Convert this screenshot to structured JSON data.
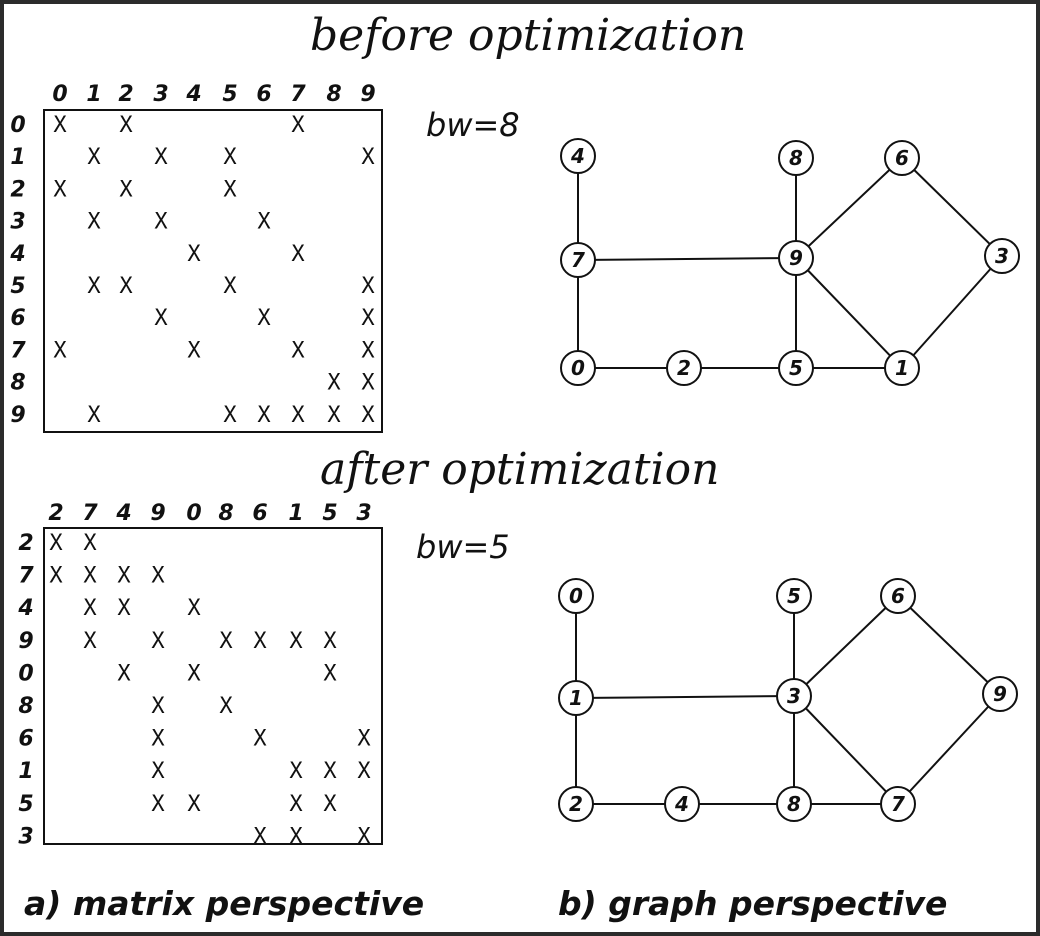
{
  "titles": {
    "before": "before optimization",
    "after": "after optimization"
  },
  "captions": {
    "matrix": "a) matrix perspective",
    "graph": "b) graph perspective"
  },
  "before": {
    "bw": "bw=8",
    "order": [
      "0",
      "1",
      "2",
      "3",
      "4",
      "5",
      "6",
      "7",
      "8",
      "9"
    ],
    "rows": [
      {
        "label": "0",
        "cols": [
          0,
          2,
          7
        ]
      },
      {
        "label": "1",
        "cols": [
          1,
          3,
          5,
          9
        ]
      },
      {
        "label": "2",
        "cols": [
          0,
          2,
          5
        ]
      },
      {
        "label": "3",
        "cols": [
          1,
          3,
          6
        ]
      },
      {
        "label": "4",
        "cols": [
          4,
          7
        ]
      },
      {
        "label": "5",
        "cols": [
          1,
          2,
          5,
          9
        ]
      },
      {
        "label": "6",
        "cols": [
          3,
          6,
          9
        ]
      },
      {
        "label": "7",
        "cols": [
          0,
          4,
          7,
          9
        ]
      },
      {
        "label": "8",
        "cols": [
          8,
          9
        ]
      },
      {
        "label": "9",
        "cols": [
          1,
          5,
          6,
          7,
          8,
          9
        ]
      }
    ],
    "graph": {
      "nodes": [
        "4",
        "8",
        "6",
        "7",
        "9",
        "3",
        "0",
        "2",
        "5",
        "1"
      ],
      "edges": [
        [
          "4",
          "7"
        ],
        [
          "8",
          "9"
        ],
        [
          "7",
          "9"
        ],
        [
          "9",
          "6"
        ],
        [
          "6",
          "3"
        ],
        [
          "7",
          "0"
        ],
        [
          "9",
          "5"
        ],
        [
          "9",
          "1"
        ],
        [
          "0",
          "2"
        ],
        [
          "2",
          "5"
        ],
        [
          "5",
          "1"
        ],
        [
          "1",
          "3"
        ]
      ]
    }
  },
  "after": {
    "bw": "bw=5",
    "order": [
      "2",
      "7",
      "4",
      "9",
      "0",
      "8",
      "6",
      "1",
      "5",
      "3"
    ],
    "rows": [
      {
        "label": "2",
        "cols": [
          0,
          1
        ]
      },
      {
        "label": "7",
        "cols": [
          0,
          1,
          2,
          3
        ]
      },
      {
        "label": "4",
        "cols": [
          1,
          2,
          4
        ]
      },
      {
        "label": "9",
        "cols": [
          1,
          3,
          5,
          6,
          7,
          8
        ]
      },
      {
        "label": "0",
        "cols": [
          2,
          4,
          8
        ]
      },
      {
        "label": "8",
        "cols": [
          3,
          5
        ]
      },
      {
        "label": "6",
        "cols": [
          3,
          6,
          9
        ]
      },
      {
        "label": "1",
        "cols": [
          3,
          7,
          8,
          9
        ]
      },
      {
        "label": "5",
        "cols": [
          3,
          4,
          7,
          8
        ]
      },
      {
        "label": "3",
        "cols": [
          6,
          7,
          9
        ]
      }
    ],
    "graph": {
      "nodes": [
        "0",
        "5",
        "6",
        "1",
        "3",
        "9",
        "2",
        "4",
        "8",
        "7"
      ],
      "edges": [
        [
          "0",
          "1"
        ],
        [
          "5",
          "3"
        ],
        [
          "1",
          "3"
        ],
        [
          "3",
          "6"
        ],
        [
          "6",
          "9"
        ],
        [
          "1",
          "2"
        ],
        [
          "3",
          "8"
        ],
        [
          "3",
          "7"
        ],
        [
          "2",
          "4"
        ],
        [
          "4",
          "8"
        ],
        [
          "8",
          "7"
        ],
        [
          "7",
          "9"
        ]
      ]
    }
  }
}
